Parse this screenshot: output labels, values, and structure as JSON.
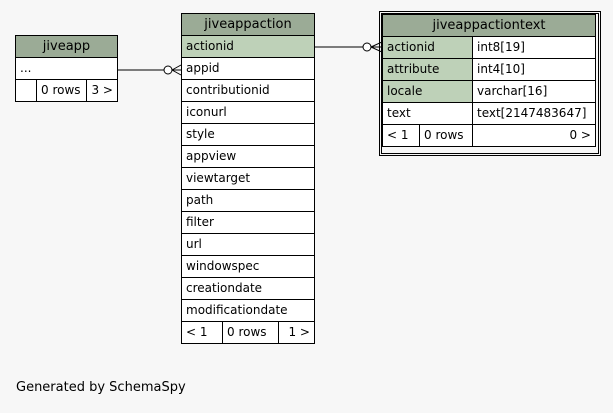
{
  "tables": {
    "jiveapp": {
      "name": "jiveapp",
      "rows": [
        "..."
      ],
      "footer": {
        "left": "",
        "mid": "0 rows",
        "right": "3 >"
      }
    },
    "jiveappaction": {
      "name": "jiveappaction",
      "rows": [
        "actionid",
        "appid",
        "contributionid",
        "iconurl",
        "style",
        "appview",
        "viewtarget",
        "path",
        "filter",
        "url",
        "windowspec",
        "creationdate",
        "modificationdate"
      ],
      "footer": {
        "left": "< 1",
        "mid": "0 rows",
        "right": "1 >"
      }
    },
    "jiveappactiontext": {
      "name": "jiveappactiontext",
      "rows": [
        {
          "name": "actionid",
          "type": "int8[19]"
        },
        {
          "name": "attribute",
          "type": "int4[10]"
        },
        {
          "name": "locale",
          "type": "varchar[16]"
        },
        {
          "name": "text",
          "type": "text[2147483647]"
        }
      ],
      "footer": {
        "left": "< 1",
        "mid": "0 rows",
        "right": "0 >"
      }
    }
  },
  "caption": "Generated by SchemaSpy",
  "colors": {
    "header": "#9bab96",
    "primary_key": "#bed1b8",
    "background": "#f7f7f7"
  }
}
